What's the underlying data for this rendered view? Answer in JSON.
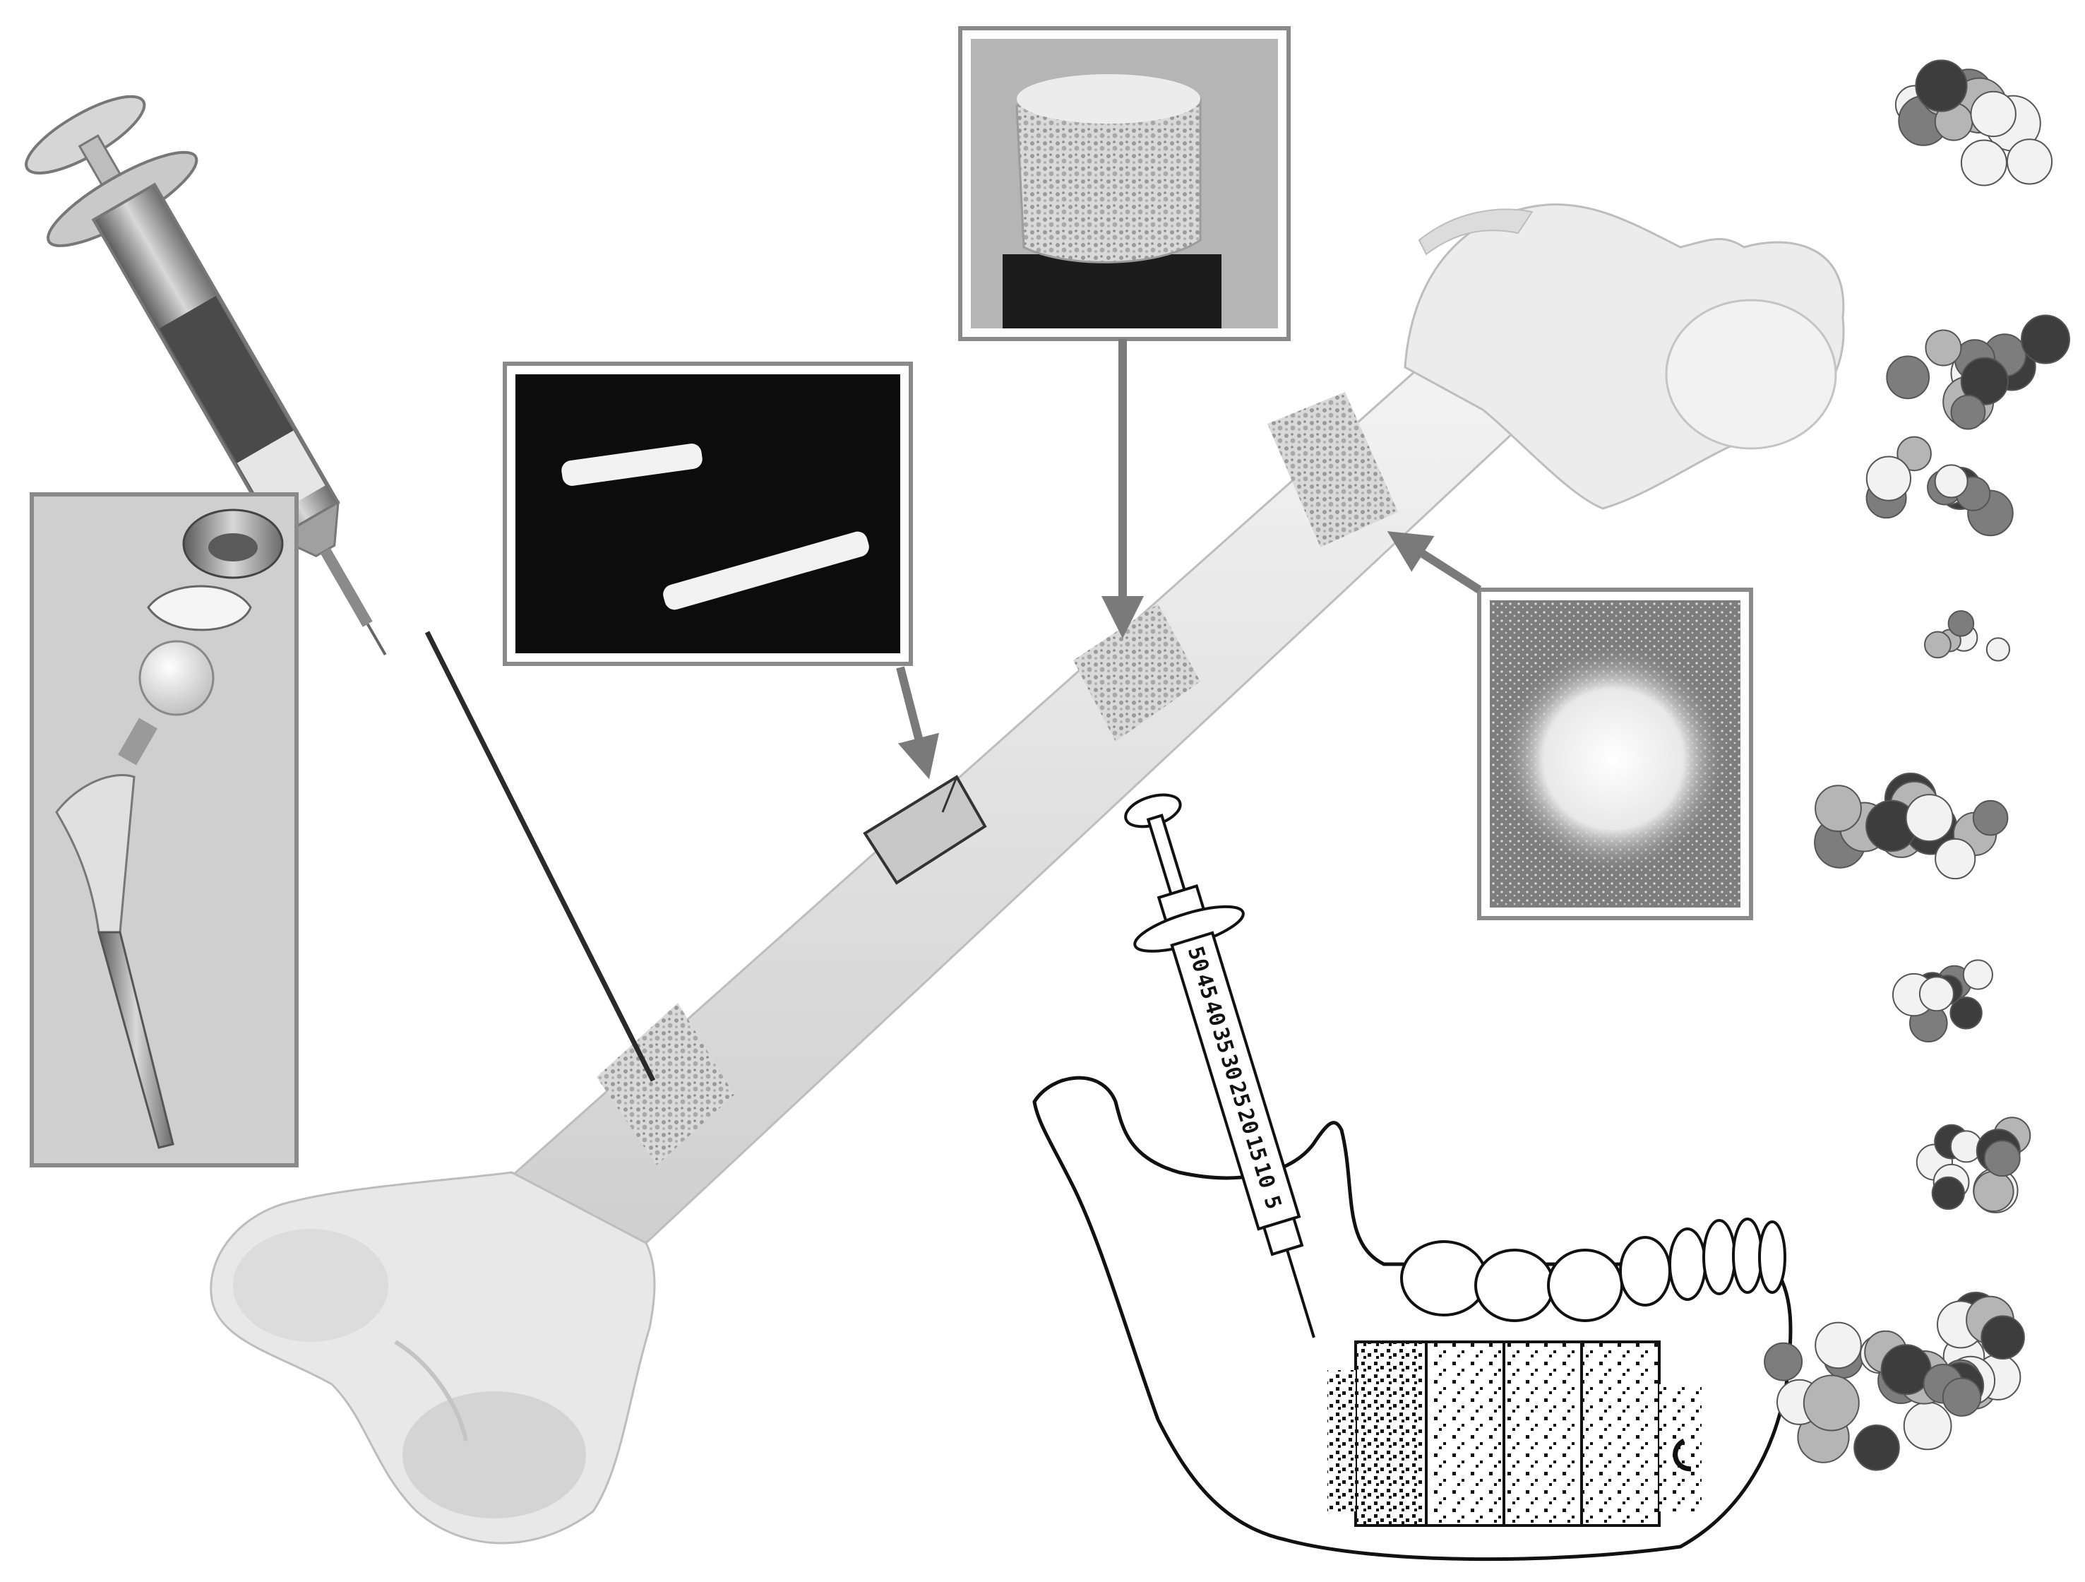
{
  "figure": {
    "background": "#ffffff",
    "ink": "#1a1a1a",
    "frame_color": "#8a8a8a",
    "arrow_color": "#7a7a7a",
    "bone_color": "#e6e6e6",
    "scaffold_color": "#d2d2d2"
  },
  "syringe_scale": {
    "marks": [
      "50",
      "45",
      "40",
      "35",
      "30",
      "25",
      "20",
      "15",
      "10",
      "5"
    ]
  },
  "panels": [
    {
      "id": "hip-implant",
      "depicts": "hip prosthesis components"
    },
    {
      "id": "rods",
      "depicts": "two cylindrical rod implants"
    },
    {
      "id": "porous-block",
      "depicts": "porous cylindrical scaffold"
    },
    {
      "id": "granules",
      "depicts": "granular powder"
    }
  ],
  "molecules": {
    "count": 8,
    "colors": [
      "#f2f2f2",
      "#7d7d7d",
      "#3d3d3d",
      "#b5b5b5"
    ]
  }
}
